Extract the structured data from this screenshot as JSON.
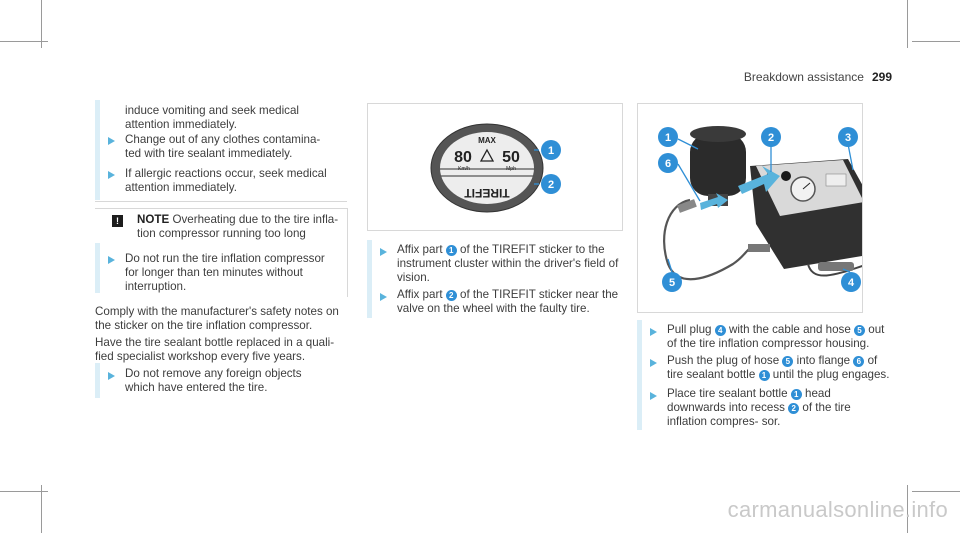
{
  "header": {
    "section": "Breakdown assistance",
    "page": "299"
  },
  "col1": {
    "warning_items": [
      "induce vomiting and seek medical attention immediately.",
      "Change out of any clothes contamina- ted with tire sealant immediately.",
      "If allergic reactions occur, seek medical attention immediately."
    ],
    "note": {
      "icon": "!",
      "title": "NOTE",
      "title_text": "Overheating due to the tire infla- tion compressor running too long",
      "item": "Do not run the tire inflation compressor for longer than ten minutes without interruption."
    },
    "para1": "Comply with the manufacturer's safety notes on the sticker on the tire inflation compressor.",
    "para2": "Have the tire sealant bottle replaced in a quali- fied specialist workshop every five years.",
    "step": "Do not remove any foreign objects which have entered the tire."
  },
  "col2": {
    "sticker": {
      "max": "MAX",
      "speed_kmh": "80",
      "speed_mph": "50",
      "unit_kmh": "Km/h",
      "unit_mph": "Mph",
      "brand_mirrored": "TIREFIT"
    },
    "callouts": [
      "1",
      "2"
    ],
    "steps": [
      {
        "pre": "Affix part",
        "num": "1",
        "post": "of the TIREFIT sticker to the instrument cluster within the driver's field of vision."
      },
      {
        "pre": "Affix part",
        "num": "2",
        "post": "of the TIREFIT sticker near the valve on the wheel with the faulty tire."
      }
    ]
  },
  "col3": {
    "callouts": [
      "1",
      "2",
      "3",
      "6",
      "5",
      "4"
    ],
    "steps": [
      {
        "segments": [
          "Pull plug",
          "4",
          "with the cable and hose",
          "5",
          "out of the tire inflation compressor housing."
        ]
      },
      {
        "segments": [
          "Push the plug of hose",
          "5",
          "into flange",
          "6",
          "of tire sealant bottle",
          "1",
          "until the plug engages."
        ]
      },
      {
        "segments": [
          "Place tire sealant bottle",
          "1",
          "head downwards into recess",
          "2",
          "of the tire inflation compres- sor."
        ]
      }
    ]
  },
  "watermark": "carmanualsonline.info",
  "colors": {
    "accent": "#2f8fd6",
    "arrow": "#59b3dc",
    "bar": "#dbeef7"
  }
}
